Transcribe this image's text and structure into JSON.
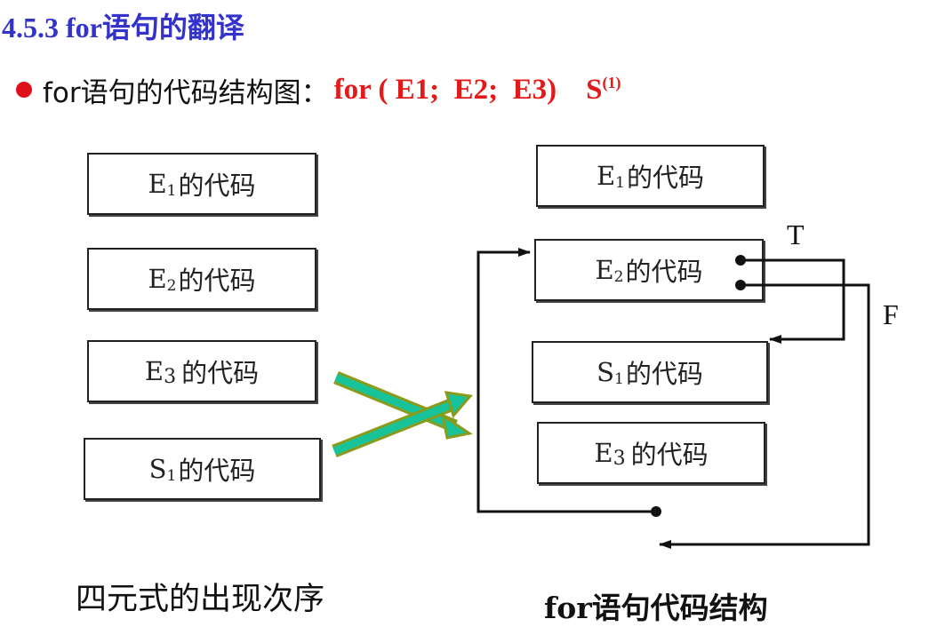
{
  "header": {
    "title": "4.5.3  for语句的翻译"
  },
  "bullet": {
    "text": "for语句的代码结构图：",
    "code": "for ( E1;  E2;  E3)    S",
    "code_sup": "(1)"
  },
  "left_column": {
    "boxes": [
      {
        "prefix": "E",
        "sub": "1",
        "suffix": "的代码"
      },
      {
        "prefix": "E",
        "sub": "2",
        "suffix": "的代码"
      },
      {
        "prefix": "E",
        "sub": "3",
        "suffix": "的代码"
      },
      {
        "prefix": "S",
        "sub": "1",
        "suffix": "的代码"
      }
    ],
    "caption": "四元式的出现次序"
  },
  "right_column": {
    "boxes": [
      {
        "prefix": "E",
        "sub": "1",
        "suffix": "的代码"
      },
      {
        "prefix": "E",
        "sub": "2",
        "suffix": "的代码"
      },
      {
        "prefix": "S",
        "sub": "1",
        "suffix": "的代码"
      },
      {
        "prefix": "E",
        "sub": "3",
        "suffix": "的代码"
      }
    ],
    "true_label": "T",
    "false_label": "F",
    "caption": "for语句代码结构"
  },
  "colors": {
    "title": "#3333cc",
    "code_red": "#e31a1a",
    "swap_arrow_fill": "#19c39a",
    "swap_arrow_edge": "#8a9a1a"
  }
}
